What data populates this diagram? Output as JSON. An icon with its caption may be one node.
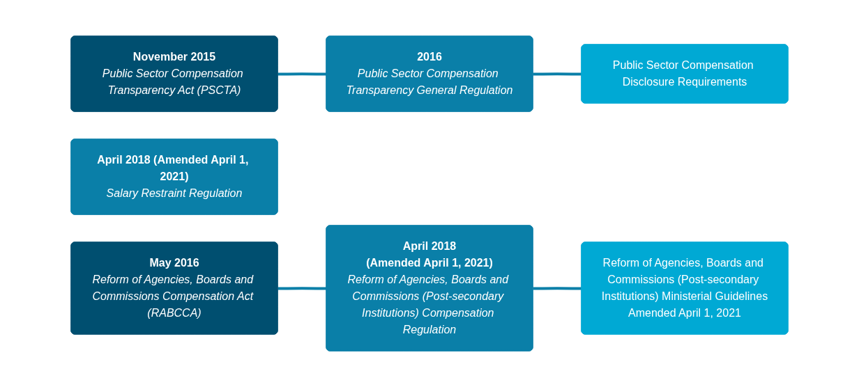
{
  "diagram": {
    "nodes": [
      {
        "text": [
          "November 2015",
          "Public Sector Compensation Transparency Act (PSCTA)"
        ]
      },
      {
        "text": [
          "2016",
          "Public Sector Compensation Transparency General Regulation"
        ]
      },
      {
        "text": [
          "Public Sector Compensation Disclosure Requirements"
        ]
      },
      {
        "text": [
          "April 2018 (Amended April 1, 2021)",
          "Salary Restraint Regulation"
        ]
      },
      {
        "text": [
          "May 2016",
          "Reform of Agencies, Boards and Commissions Compensation Act (RABCCA)"
        ]
      },
      {
        "text": [
          "April 2018",
          "(Amended April 1, 2021)",
          "Reform of Agencies, Boards and Commissions (Post-secondary Institutions) Compensation Regulation"
        ]
      },
      {
        "text": [
          "Reform of Agencies, Boards and Commissions (Post-secondary Institutions) Ministerial Guidelines",
          "Amended April 1, 2021"
        ]
      }
    ],
    "edges": [
      {
        "from": 0,
        "to": 1,
        "arrow": "none"
      },
      {
        "from": 1,
        "to": 2,
        "arrow": "none"
      },
      {
        "from": 4,
        "to": 5,
        "arrow": "none"
      },
      {
        "from": 5,
        "to": 6,
        "arrow": "none"
      }
    ]
  }
}
